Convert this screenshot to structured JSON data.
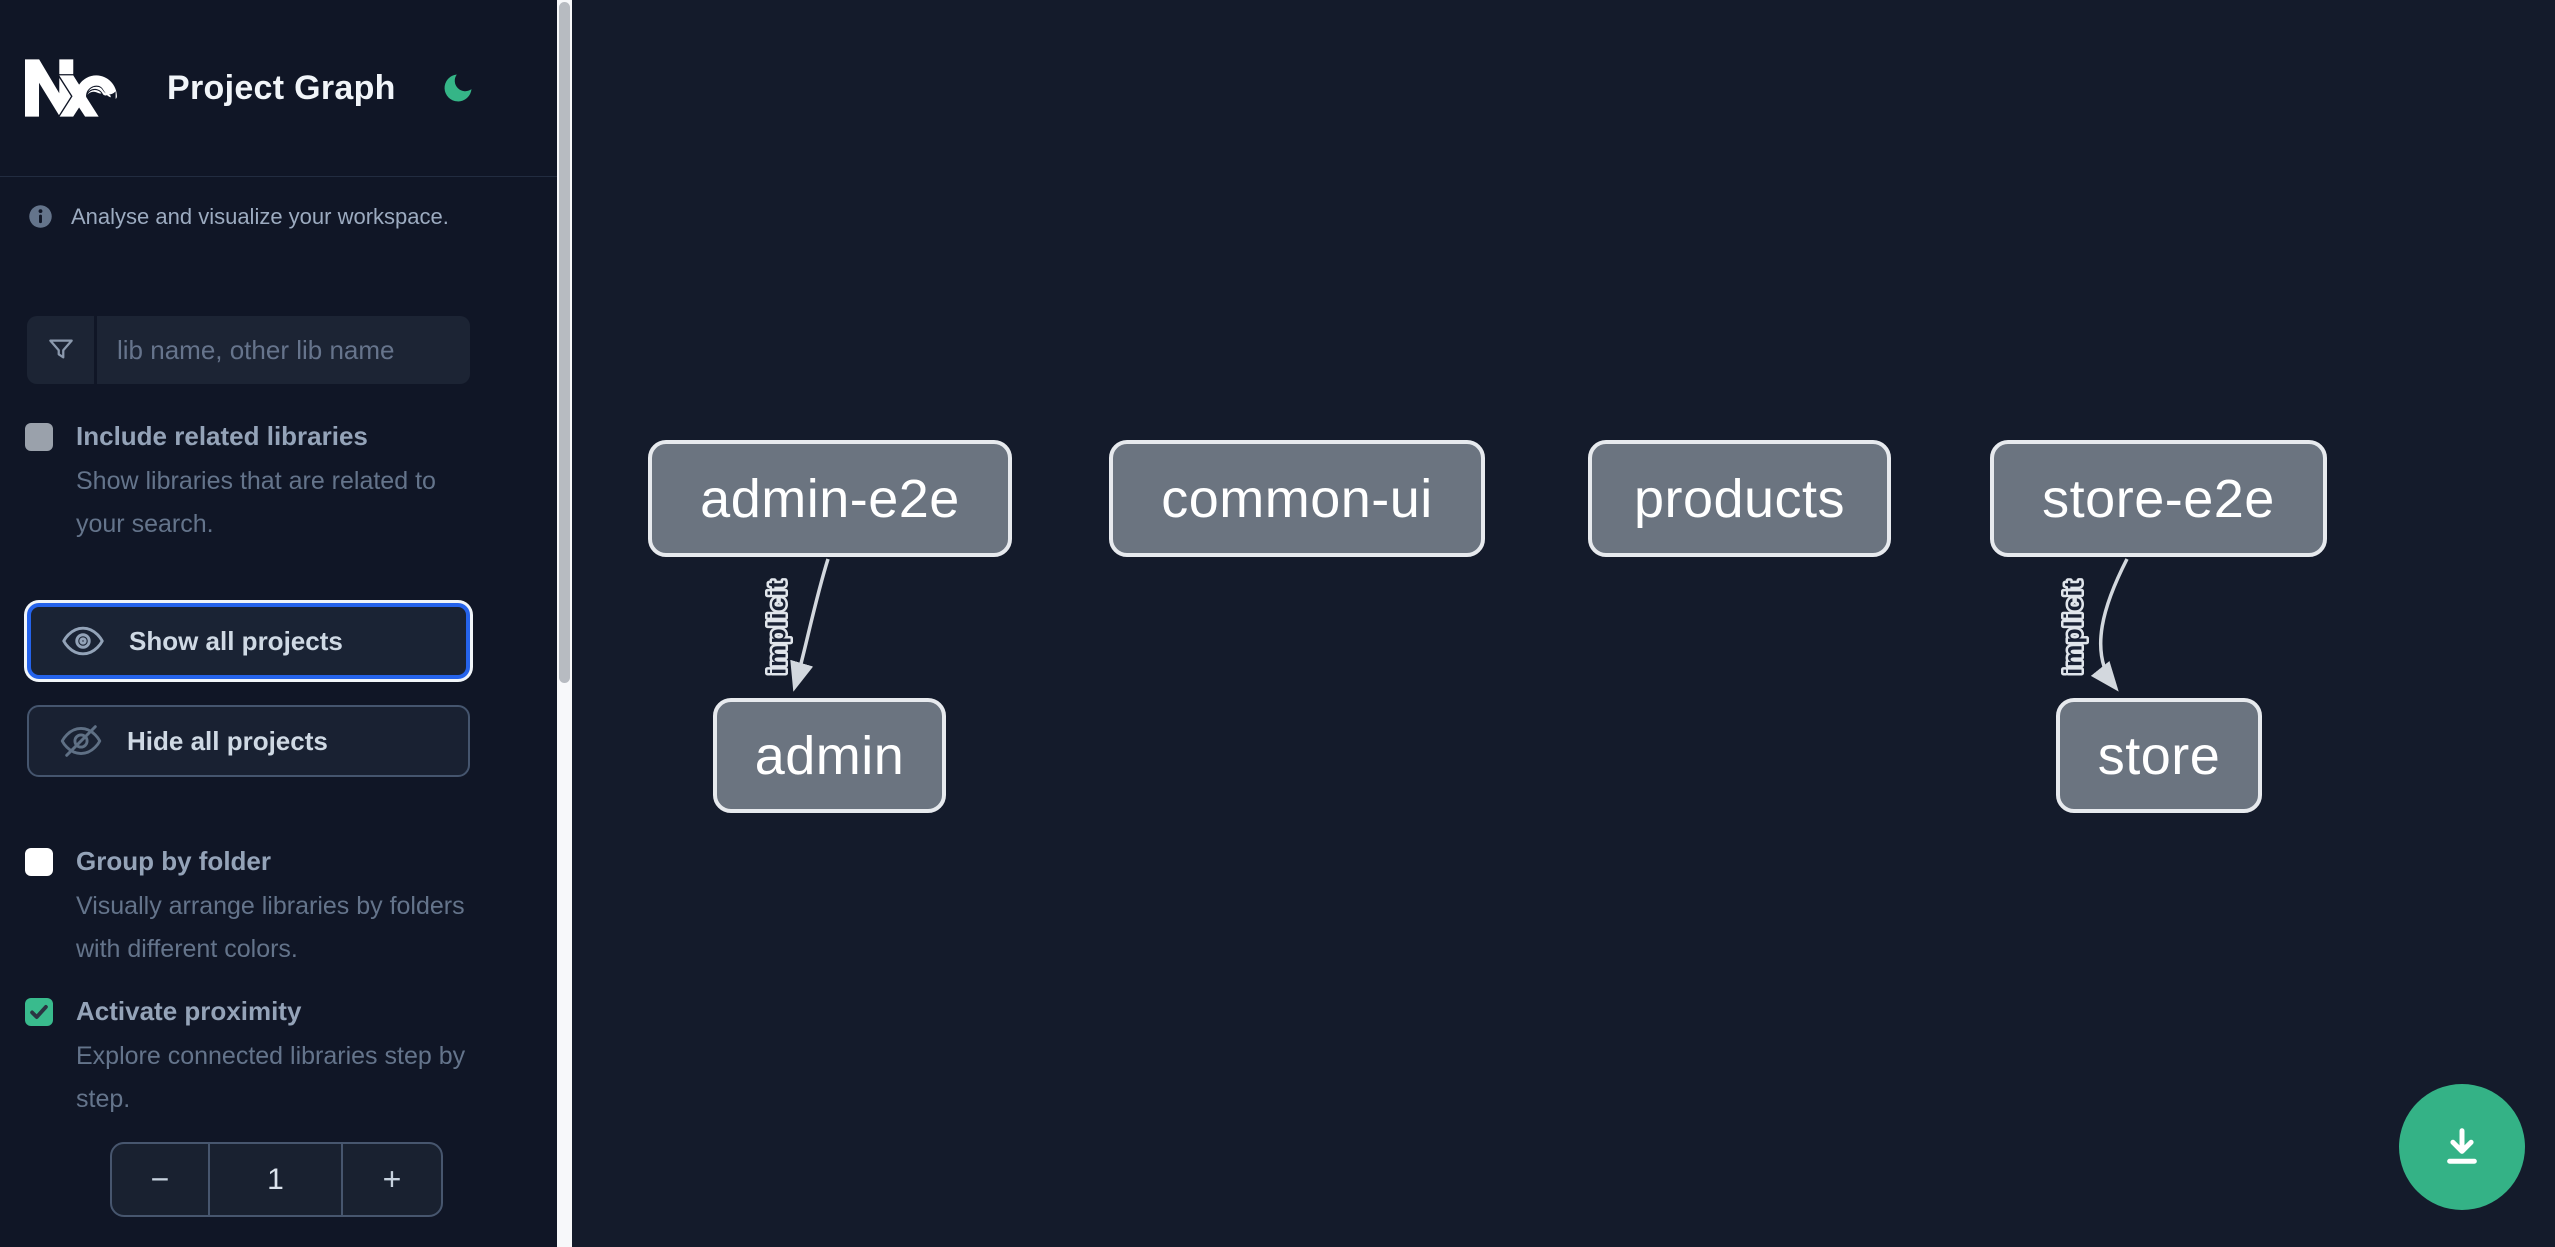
{
  "header": {
    "logo": "Nx",
    "title": "Project Graph"
  },
  "intro": {
    "text": "Analyse and visualize your workspace."
  },
  "filter": {
    "placeholder": "lib name, other lib name",
    "value": ""
  },
  "toggles": {
    "include_related": {
      "label": "Include related libraries",
      "description": "Show libraries that are related to your search.",
      "checked": false
    },
    "group_by_folder": {
      "label": "Group by folder",
      "description": "Visually arrange libraries by folders with different colors.",
      "checked": false
    },
    "activate_proximity": {
      "label": "Activate proximity",
      "description": "Explore connected libraries step by step.",
      "checked": true
    }
  },
  "actions": {
    "show_all": "Show all projects",
    "hide_all": "Hide all projects"
  },
  "proximity_stepper": {
    "decrement": "−",
    "value": "1",
    "increment": "+"
  },
  "graph": {
    "nodes": [
      {
        "id": "admin-e2e",
        "label": "admin-e2e"
      },
      {
        "id": "common-ui",
        "label": "common-ui"
      },
      {
        "id": "products",
        "label": "products"
      },
      {
        "id": "store-e2e",
        "label": "store-e2e"
      },
      {
        "id": "admin",
        "label": "admin"
      },
      {
        "id": "store",
        "label": "store"
      }
    ],
    "edges": [
      {
        "source": "admin-e2e",
        "target": "admin",
        "label": "implicit"
      },
      {
        "source": "store-e2e",
        "target": "store",
        "label": "implicit"
      }
    ]
  },
  "fab": {
    "action": "download"
  },
  "colors": {
    "accent_green": "#34b286",
    "focus_blue": "#2563eb",
    "node_fill": "#6b7480",
    "node_border": "#e7eaee",
    "sidebar_bg": "#101626",
    "canvas_bg": "#141b2b",
    "checkbox_checked": "#39bb8d"
  }
}
